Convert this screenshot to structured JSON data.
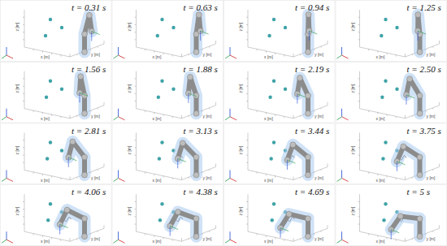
{
  "diagram": {
    "labels": [
      "t = 0.31 s",
      "x [m]",
      "y [m]",
      "z [m]",
      "t = 0.63 s",
      "x [m]",
      "y [m]",
      "z [m]",
      "t = 0.94 s",
      "x [m]",
      "y [m]",
      "z [m]",
      "t = 1.25 s",
      "x [m]",
      "y [m]",
      "z [m]",
      "t = 1.56 s",
      "x [m]",
      "y [m]",
      "z [m]",
      "t = 1.88 s",
      "x [m]",
      "y [m]",
      "z [m]",
      "t = 2.19 s",
      "x [m]",
      "y [m]",
      "z [m]",
      "t = 2.50 s",
      "x [m]",
      "y [m]",
      "z [m]",
      "t = 2.81 s",
      "x [m]",
      "y [m]",
      "z [m]",
      "t = 3.13 s",
      "x [m]",
      "y [m]",
      "z [m]",
      "t = 3.44 s",
      "x [m]",
      "y [m]",
      "z [m]",
      "t = 3.75 s",
      "x [m]",
      "y [m]",
      "z [m]",
      "t = 4.06 s",
      "x [m]",
      "y [m]",
      "z [m]",
      "t = 4.38 s",
      "x [m]",
      "y [m]",
      "z [m]",
      "t = 4.69 s",
      "x [m]",
      "y [m]",
      "z [m]",
      "t = 5 s",
      "x [m]",
      "y [m]",
      "z [m]"
    ]
  }
}
